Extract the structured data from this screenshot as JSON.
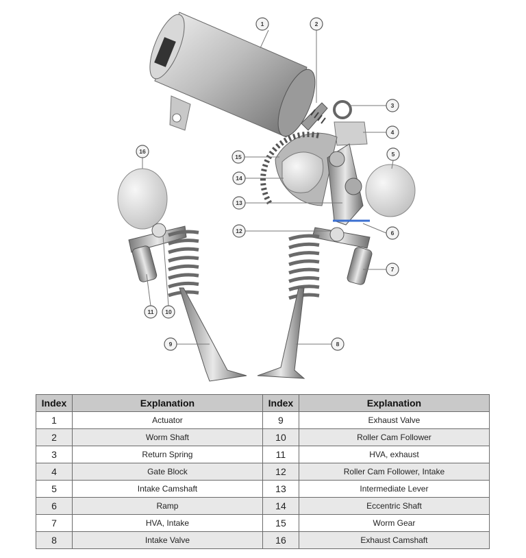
{
  "callouts": [
    "1",
    "2",
    "3",
    "4",
    "5",
    "6",
    "7",
    "8",
    "9",
    "10",
    "11",
    "12",
    "13",
    "14",
    "15",
    "16"
  ],
  "table": {
    "headers": [
      "Index",
      "Explanation",
      "Index",
      "Explanation"
    ],
    "rows": [
      {
        "i1": "1",
        "e1": "Actuator",
        "i2": "9",
        "e2": "Exhaust Valve"
      },
      {
        "i1": "2",
        "e1": "Worm Shaft",
        "i2": "10",
        "e2": "Roller Cam Follower"
      },
      {
        "i1": "3",
        "e1": "Return Spring",
        "i2": "11",
        "e2": "HVA, exhaust"
      },
      {
        "i1": "4",
        "e1": "Gate Block",
        "i2": "12",
        "e2": "Roller Cam Follower, Intake"
      },
      {
        "i1": "5",
        "e1": "Intake Camshaft",
        "i2": "13",
        "e2": "Intermediate Lever"
      },
      {
        "i1": "6",
        "e1": "Ramp",
        "i2": "14",
        "e2": "Eccentric Shaft"
      },
      {
        "i1": "7",
        "e1": "HVA, Intake",
        "i2": "15",
        "e2": "Worm Gear"
      },
      {
        "i1": "8",
        "e1": "Intake Valve",
        "i2": "16",
        "e2": "Exhaust Camshaft"
      }
    ]
  },
  "colors": {
    "metal_light": "#e6e6e6",
    "metal_mid": "#a9a9a9",
    "metal_dark": "#555555",
    "ramp_blue": "#3a6fd0",
    "header_bg": "#c9c9c9",
    "row_shade": "#e8e8e8"
  }
}
